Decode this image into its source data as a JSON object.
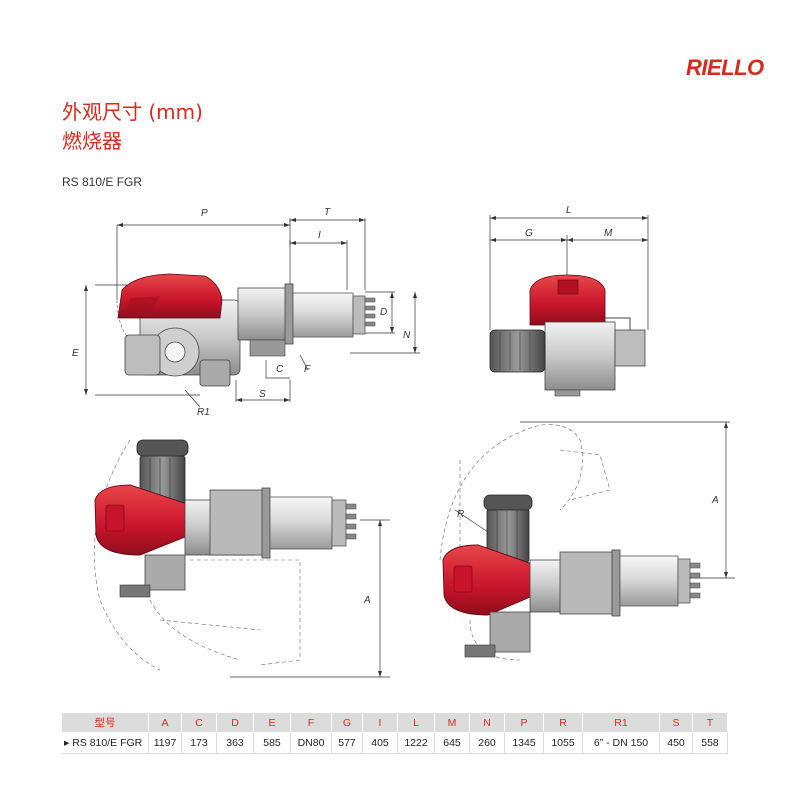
{
  "brand": {
    "logo": "RIELLO",
    "accent": "#d52b1e"
  },
  "header": {
    "title_line1": "外观尺寸 (mm)",
    "title_line2": "燃烧器",
    "model_label": "RS 810/E FGR"
  },
  "dimension_labels": {
    "P": "P",
    "T": "T",
    "I": "I",
    "D": "D",
    "N": "N",
    "E": "E",
    "C": "C",
    "F": "F",
    "S": "S",
    "R1": "R1",
    "L": "L",
    "G": "G",
    "M": "M",
    "A": "A",
    "R": "R"
  },
  "table": {
    "headers": [
      "型号",
      "A",
      "C",
      "D",
      "E",
      "F",
      "G",
      "I",
      "L",
      "M",
      "N",
      "P",
      "R",
      "R1",
      "S",
      "T"
    ],
    "rows": [
      {
        "marker": "▸",
        "model": "RS 810/E FGR",
        "values": [
          "1197",
          "173",
          "363",
          "585",
          "DN80",
          "577",
          "405",
          "1222",
          "645",
          "260",
          "1345",
          "1055",
          "6” - DN 150",
          "450",
          "558"
        ]
      }
    ]
  }
}
